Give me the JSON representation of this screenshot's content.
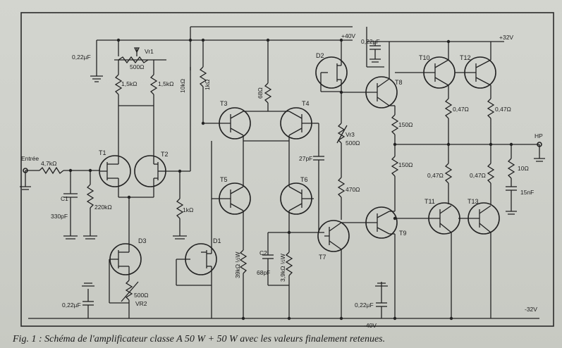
{
  "caption": "Fig. 1 : Schéma de l'amplificateur classe A 50 W + 50 W avec les valeurs finalement retenues.",
  "labels": {
    "plus40": "+40V",
    "minus40": "-40V",
    "plus32": "+32V",
    "minus32": "-32V",
    "entree": "Entrée",
    "hp": "HP",
    "c_in_top": "0,22µF",
    "c_top_mid": "0,22µF",
    "c_bot_left": "0,22µF",
    "c_bot_mid": "0,22µF",
    "vr1": "Vr1",
    "vr1_val": "500Ω",
    "r_15a": "1,5kΩ",
    "r_15b": "1,5kΩ",
    "r_10k": "10kΩ",
    "r_1k_top": "1kΩ",
    "r_68": "68Ω",
    "r_47k": "4,7kΩ",
    "c1": "C1",
    "c1_val": "330pF",
    "r_220k": "220kΩ",
    "r_1k_mid": "1kΩ",
    "t1": "T1",
    "t2": "T2",
    "t3": "T3",
    "t4": "T4",
    "t5": "T5",
    "t6": "T6",
    "t7": "T7",
    "t8": "T8",
    "t9": "T9",
    "t10": "T10",
    "t11": "T11",
    "t12": "T12",
    "t13": "T13",
    "d1": "D1",
    "d2": "D2",
    "d3": "D3",
    "r_500_vr2": "500Ω",
    "vr2": "VR2",
    "c_27p": "27pF",
    "vr3": "Vr3",
    "vr3_val": "500Ω",
    "r_470": "470Ω",
    "r_150a": "150Ω",
    "r_150b": "150Ω",
    "r_047a": "0,47Ω",
    "r_047b": "0,47Ω",
    "r_047c": "0,47Ω",
    "r_047d": "0,47Ω",
    "r_10": "10Ω",
    "c_15n": "15nF",
    "c2": "C2",
    "c2_val": "68pF",
    "r_39k_a": "39kΩ ½W",
    "r_39k_b": "3,9kΩ ½W"
  }
}
